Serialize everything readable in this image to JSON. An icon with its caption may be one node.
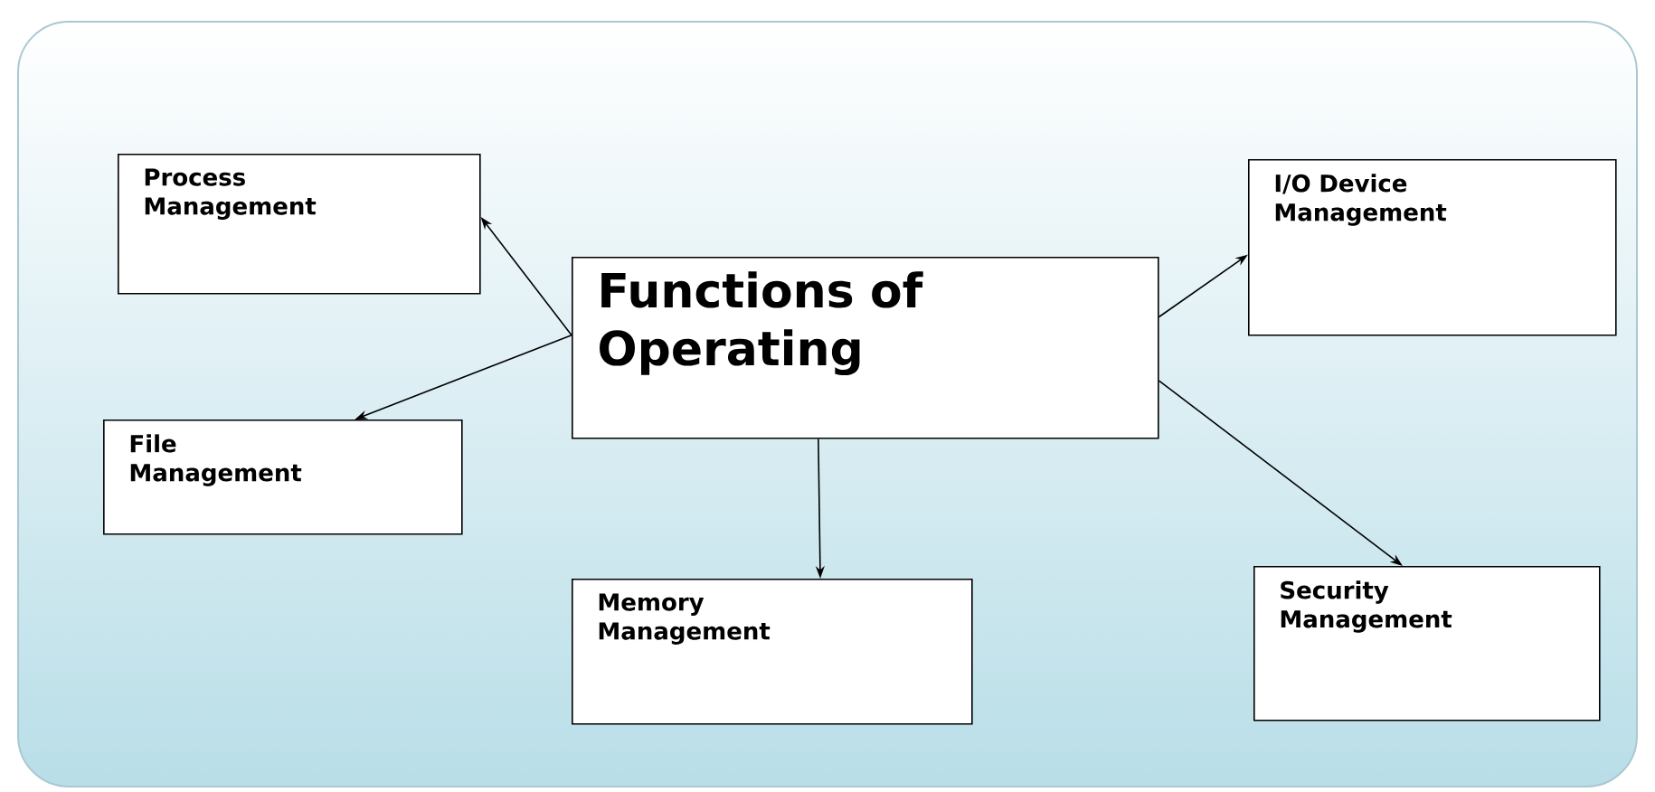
{
  "diagram": {
    "nodes": [
      {
        "text": [
          "Functions of Operating"
        ]
      },
      {
        "text": [
          "Process Management"
        ]
      },
      {
        "text": [
          "File Management"
        ]
      },
      {
        "text": [
          "Memory Management"
        ]
      },
      {
        "text": [
          "I/O Device Management"
        ]
      },
      {
        "text": [
          "Security Management"
        ]
      }
    ],
    "edges": [
      {
        "from": 0,
        "to": 1,
        "arrow": "to"
      },
      {
        "from": 0,
        "to": 2,
        "arrow": "to"
      },
      {
        "from": 0,
        "to": 3,
        "arrow": "to"
      },
      {
        "from": 0,
        "to": 4,
        "arrow": "to"
      },
      {
        "from": 0,
        "to": 5,
        "arrow": "to"
      }
    ]
  }
}
